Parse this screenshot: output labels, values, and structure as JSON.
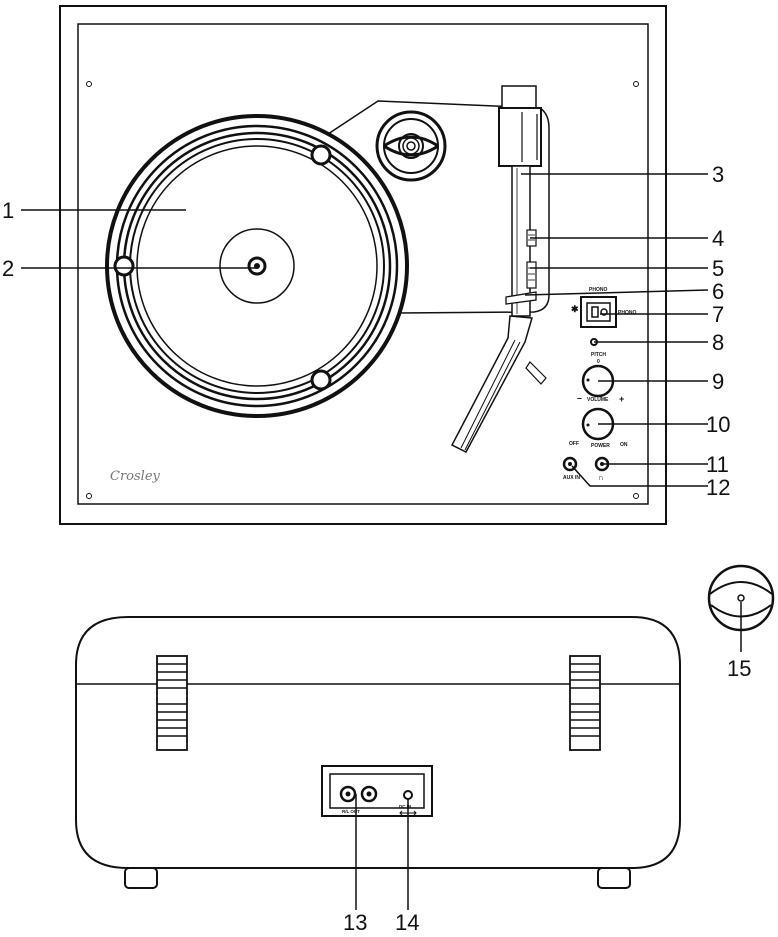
{
  "callouts": [
    "1",
    "2",
    "3",
    "4",
    "5",
    "6",
    "7",
    "8",
    "9",
    "10",
    "11",
    "12",
    "13",
    "14",
    "15"
  ],
  "panel_labels": {
    "phono_top": "PHONO",
    "phono_right": "PHONO",
    "bluetooth_symbol": "✱",
    "pitch": "PITCH",
    "pitch_zero": "0",
    "volume": "VOLUME",
    "minus": "–",
    "plus": "+",
    "off": "OFF",
    "power": "POWER",
    "on": "ON",
    "aux_in": "AUX IN",
    "headphone_symbol": "∩"
  },
  "logo_text": "Crosley",
  "rear_panel": {
    "rca_label": "R/L OUT",
    "dc_label": "DC IN"
  },
  "colors": {
    "stroke": "#111111",
    "background": "#ffffff",
    "logo": "#777777"
  }
}
